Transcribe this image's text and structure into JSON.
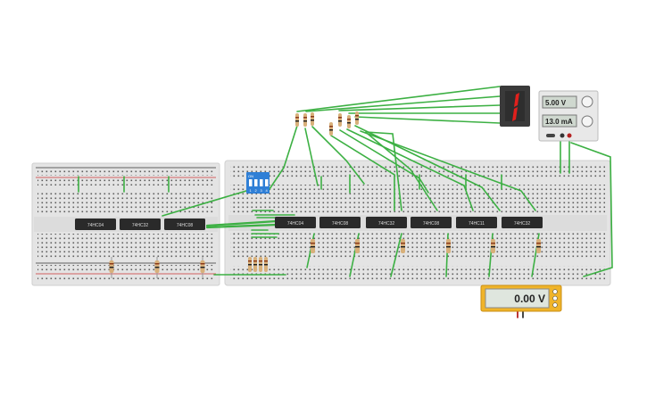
{
  "left_breadboard_chips": [
    "74HC04",
    "74HC32",
    "74HC08"
  ],
  "right_breadboard_chips": [
    "74HC04",
    "74HC08",
    "74HC32",
    "74HC08",
    "74HC11",
    "74HC32"
  ],
  "power_supply": {
    "voltage": "5.00 V",
    "current": "13.0 mA"
  },
  "multimeter": {
    "reading": "0.00 V"
  },
  "dip_switch": {
    "label": "ON",
    "positions": [
      "1",
      "2",
      "3",
      "4"
    ]
  },
  "seven_segment": {
    "digit": "1",
    "color": "#e0201c"
  },
  "colors": {
    "wire": "#3cb043",
    "breadboard": "#e6e6e6",
    "chip": "#2a2a2a",
    "rail_red": "#cc3333",
    "rail_black": "#333333",
    "multimeter": "#f0b429",
    "dip": "#2f7fd6"
  }
}
